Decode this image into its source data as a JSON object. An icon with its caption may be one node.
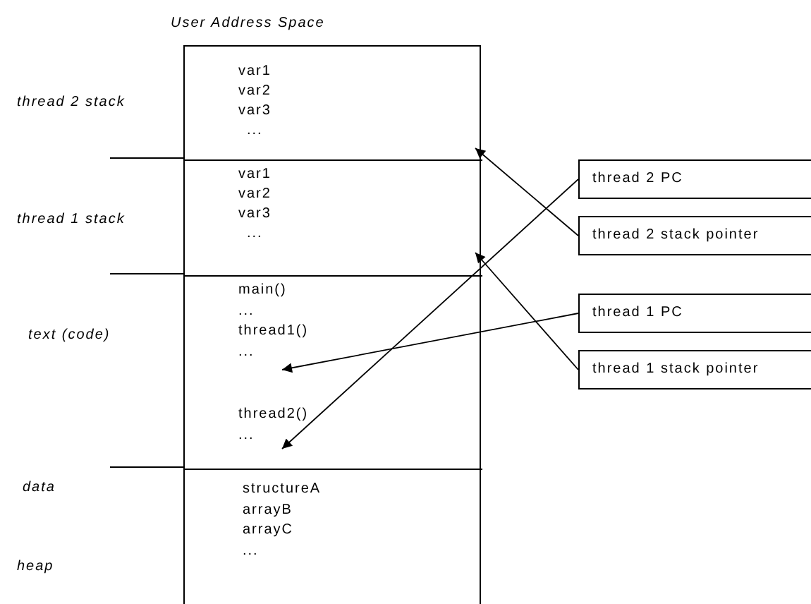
{
  "diagram": {
    "nodes": [
      {
        "text": [
          "User Address Space"
        ]
      },
      {
        "text": [
          "var1",
          "var2",
          "var3",
          "..."
        ],
        "in": 0
      },
      {
        "text": [
          "var1",
          "var2",
          "var3",
          "..."
        ],
        "in": 0
      },
      {
        "text": [
          "main()",
          "...",
          "thread1()",
          "...",
          "thread2()",
          "..."
        ],
        "in": 0
      },
      {
        "text": [
          "structureA",
          "arrayB",
          "arrayC",
          "..."
        ],
        "in": 0
      },
      {
        "text": [
          "thread 2 PC"
        ]
      },
      {
        "text": [
          "thread 2 stack pointer"
        ]
      },
      {
        "text": [
          "thread 1 PC"
        ]
      },
      {
        "text": [
          "thread 1 stack pointer"
        ]
      }
    ],
    "edges": [
      {
        "from": 6,
        "to": 1,
        "arrow": "to"
      },
      {
        "from": 5,
        "to": 3,
        "arrow": "to"
      },
      {
        "from": 8,
        "to": 2,
        "arrow": "to"
      },
      {
        "from": 7,
        "to": 3,
        "arrow": "to"
      }
    ],
    "labels": [
      "thread 2 stack",
      "thread 1 stack",
      "text (code)",
      "data",
      "heap"
    ]
  }
}
